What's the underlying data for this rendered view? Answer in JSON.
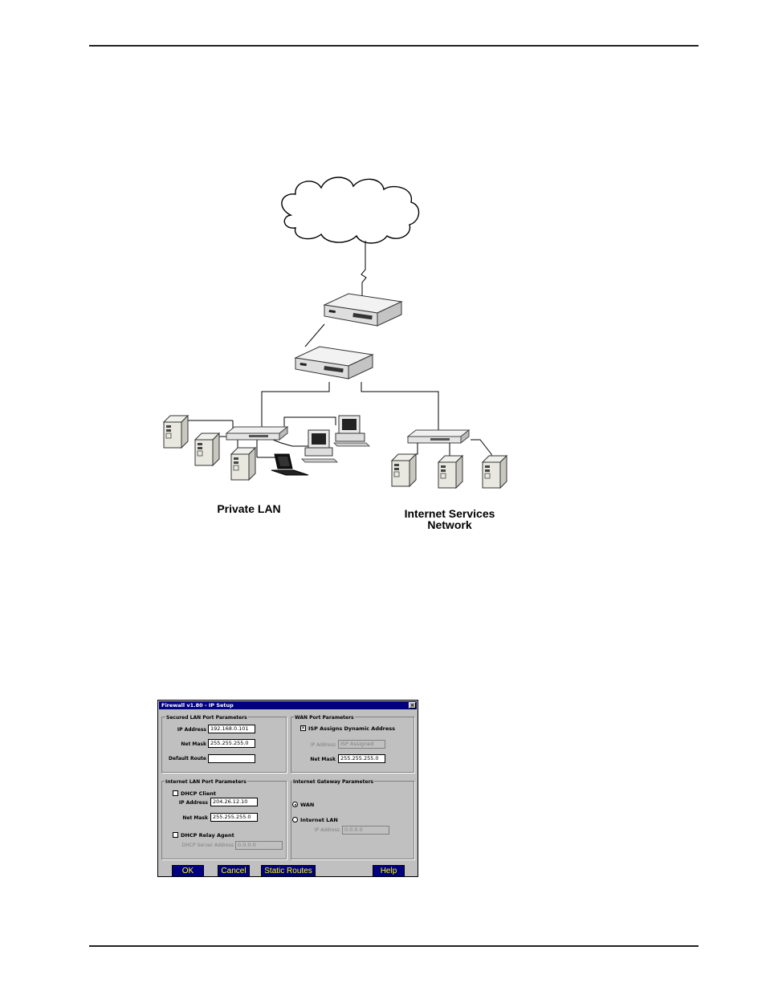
{
  "diagram": {
    "private_lan_label": "Private LAN",
    "isn_label_line1": "Internet Services",
    "isn_label_line2": "Network"
  },
  "dialog": {
    "title": "Firewall v1.80 - IP Setup",
    "close_glyph": "×",
    "secured_lan": {
      "title": "Secured LAN Port Parameters",
      "ip_label": "IP Address",
      "ip_value": "192.168.0.101",
      "mask_label": "Net Mask",
      "mask_value": "255.255.255.0",
      "route_label": "Default Route",
      "route_value": ""
    },
    "wan": {
      "title": "WAN Port Parameters",
      "isp_dynamic_label": "ISP Assigns Dynamic Address",
      "isp_dynamic_checked": true,
      "ip_label": "IP Address",
      "ip_value": "ISP Assigned",
      "mask_label": "Net Mask",
      "mask_value": "255.255.255.0"
    },
    "internet_lan": {
      "title": "Internet LAN Port Parameters",
      "dhcp_client_label": "DHCP Client",
      "dhcp_client_checked": false,
      "ip_label": "IP Address",
      "ip_value": "204.26.12.10",
      "mask_label": "Net Mask",
      "mask_value": "255.255.255.0",
      "relay_label": "DHCP Relay Agent",
      "relay_checked": false,
      "server_label": "DHCP Server Address",
      "server_value": "0.0.0.0"
    },
    "gateway": {
      "title": "Internet Gateway Parameters",
      "wan_label": "WAN",
      "wan_selected": true,
      "ilan_label": "Internet LAN",
      "ip_label": "IP Address",
      "ip_value": "0.0.0.0"
    },
    "buttons": {
      "ok": "OK",
      "cancel": "Cancel",
      "static_routes": "Static Routes",
      "help": "Help"
    }
  }
}
